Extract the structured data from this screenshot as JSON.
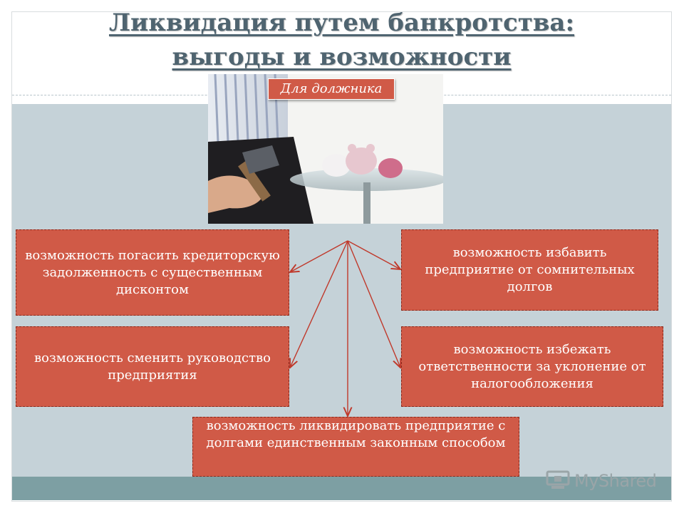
{
  "slide": {
    "title_line1": "Ликвидация путем банкротства:",
    "title_line2": "выгоды и возможности",
    "tag": "Для должника"
  },
  "benefits": [
    "возможность погасить кредиторскую задолженность с существенным дисконтом",
    "возможность избавить предприятие от сомнительных долгов",
    "возможность сменить руководство предприятия",
    "возможность избежать ответственности за уклонение от налогообложения",
    "возможность ликвидировать предприятие с долгами единственным законным способом"
  ],
  "watermark": "MyShared",
  "colors": {
    "box": "#d05a47",
    "content_bg": "#c5d2d8",
    "title": "#4f6470",
    "strip": "#7d9fa3"
  },
  "icons": [
    "hammer-piggy-bank-photo",
    "myshared-logo-icon"
  ]
}
